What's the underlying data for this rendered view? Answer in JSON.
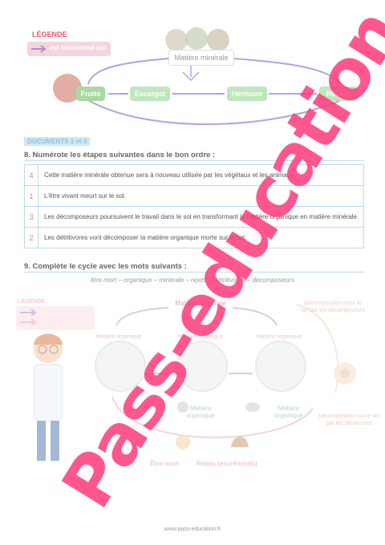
{
  "top_diagram": {
    "legend_title": "LÉGENDE",
    "legend_text": "est consommé par",
    "matiere_minerale": "Matière minérale",
    "fruits": "Fruits",
    "escargot": "Escargot",
    "herisson": "Hérisson",
    "renard": "Renard"
  },
  "doc_tag": "DOCUMENTS 1 et 4",
  "q8": {
    "title": "8. Numérote les étapes suivantes dans le bon ordre :",
    "rows": [
      {
        "num": "4",
        "text": "Cette matière minérale obtenue sera à nouveau utilisée par les végétaux et les animaux."
      },
      {
        "num": "1",
        "text": "L'être vivant meurt sur le sol."
      },
      {
        "num": "3",
        "text": "Les décomposeurs poursuivent le travail dans le sol en transformant la matière organique en matière minérale."
      },
      {
        "num": "2",
        "text": "Les détritivores vont décomposer la matière organique morte sur le sol."
      }
    ]
  },
  "q9": {
    "title": "9. Complète le cycle avec les mots suivants :",
    "words": "être mort – organique – minérale – rejets – détritivores – décomposeurs"
  },
  "bottom_diagram": {
    "legend_title": "LÉGENDE",
    "matiere_minerale": "Matière minérale",
    "matiere_organique": "Matière organique",
    "decomp_sol": "Décomposition dans le sol par les décomposeurs",
    "decomp_detritivores": "Décomposition sur le sol par les détritivores",
    "etre_mort": "Être mort",
    "rejets": "Rejets (excréments)"
  },
  "watermark": "Pass-education",
  "footer": "www.pass-education.fr"
}
